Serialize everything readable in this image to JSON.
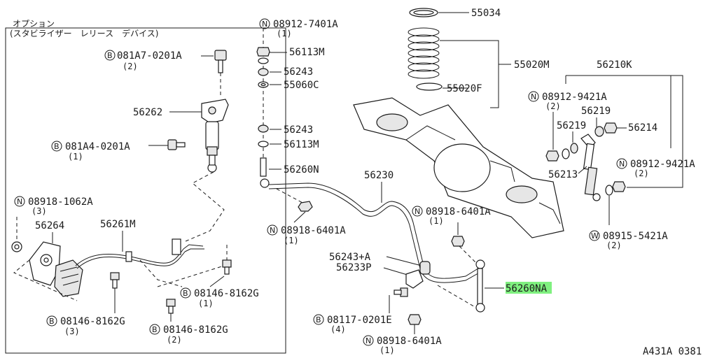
{
  "option_box": {
    "title_line1": "オプション",
    "title_line2": "(スタビライザー　レリース　デバイス)"
  },
  "callouts": {
    "c081a7": {
      "prefix": "B",
      "part": "081A7-0201A",
      "qty": "(2)"
    },
    "c56262": {
      "part": "56262"
    },
    "c081a4": {
      "prefix": "B",
      "part": "081A4-0201A",
      "qty": "(1)"
    },
    "c08918_1062": {
      "prefix": "N",
      "part": "08918-1062A",
      "qty": "(3)"
    },
    "c56264": {
      "part": "56264"
    },
    "c56261m": {
      "part": "56261M"
    },
    "c08146_a": {
      "prefix": "B",
      "part": "08146-8162G",
      "qty": "(1)"
    },
    "c08146_b": {
      "prefix": "B",
      "part": "08146-8162G",
      "qty": "(3)"
    },
    "c08146_c": {
      "prefix": "B",
      "part": "08146-8162G",
      "qty": "(2)"
    },
    "c08912_7401": {
      "prefix": "N",
      "part": "08912-7401A",
      "qty": "(1)"
    },
    "c56113m_a": {
      "part": "56113M"
    },
    "c56243_a": {
      "part": "56243"
    },
    "c55060c": {
      "part": "55060C"
    },
    "c56243_b": {
      "part": "56243"
    },
    "c56113m_b": {
      "part": "56113M"
    },
    "c56260n": {
      "part": "56260N"
    },
    "c08918_6401_a": {
      "prefix": "N",
      "part": "08918-6401A",
      "qty": "(1)"
    },
    "c56230": {
      "part": "56230"
    },
    "c08918_6401_b": {
      "prefix": "N",
      "part": "08918-6401A",
      "qty": "(1)"
    },
    "c56243a": {
      "part": "56243+A"
    },
    "c56233p": {
      "part": "56233P"
    },
    "c56260na": {
      "part": "56260NA"
    },
    "c08117": {
      "prefix": "B",
      "part": "08117-0201E",
      "qty": "(4)"
    },
    "c08918_6401_c": {
      "prefix": "N",
      "part": "08918-6401A",
      "qty": "(1)"
    },
    "c55034": {
      "part": "55034"
    },
    "c55020m": {
      "part": "55020M"
    },
    "c55020f": {
      "part": "55020F"
    },
    "c56210k": {
      "part": "56210K"
    },
    "c08912_9421_a": {
      "prefix": "N",
      "part": "08912-9421A",
      "qty": "(2)"
    },
    "c56219_a": {
      "part": "56219"
    },
    "c56219_b": {
      "part": "56219"
    },
    "c56214": {
      "part": "56214"
    },
    "c56213": {
      "part": "56213"
    },
    "c08912_9421_b": {
      "prefix": "N",
      "part": "08912-9421A",
      "qty": "(2)"
    },
    "c08915": {
      "prefix": "W",
      "part": "08915-5421A",
      "qty": "(2)"
    }
  },
  "diagram_code": "A431A 0381",
  "highlight_color": "#7ff07f"
}
